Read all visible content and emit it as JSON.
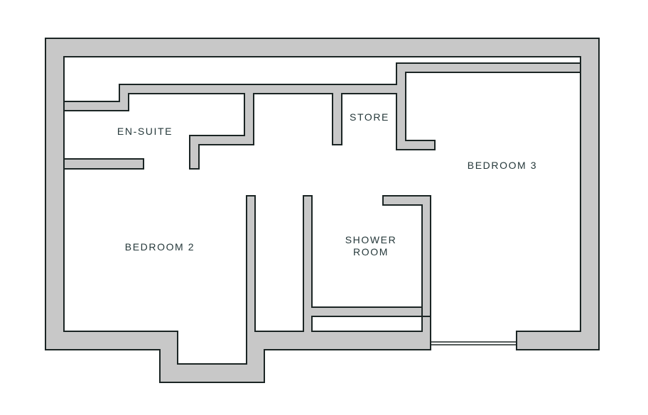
{
  "plan": {
    "rooms": [
      {
        "id": "en-suite",
        "lines": [
          "EN-SUITE"
        ]
      },
      {
        "id": "store",
        "lines": [
          "STORE"
        ]
      },
      {
        "id": "bedroom-3",
        "lines": [
          "BEDROOM 3"
        ]
      },
      {
        "id": "bedroom-2",
        "lines": [
          "BEDROOM 2"
        ]
      },
      {
        "id": "shower-room",
        "lines": [
          "SHOWER",
          "ROOM"
        ]
      }
    ],
    "colors": {
      "wall_fill": "#c8c8c8",
      "wall_outline": "#1b2524",
      "label_text": "#25383a",
      "background": "#ffffff"
    }
  }
}
